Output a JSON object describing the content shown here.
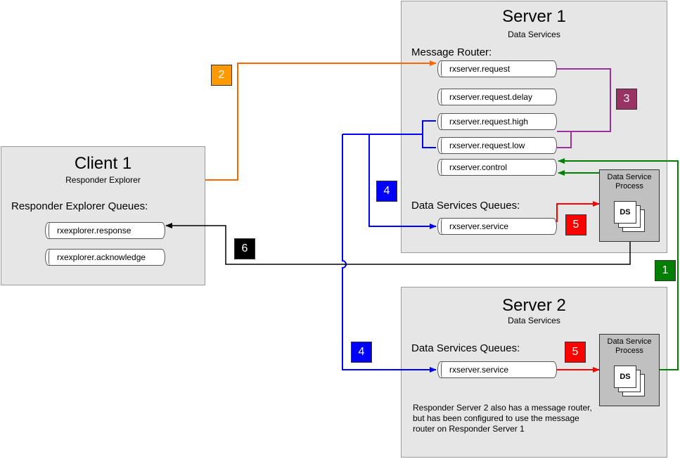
{
  "server1": {
    "title": "Server 1",
    "subtitle": "Data Services",
    "router_label": "Message Router:",
    "queues": [
      "rxserver.request",
      "rxserver.request.delay",
      "rxserver.request.high",
      "rxserver.request.low",
      "rxserver.control"
    ],
    "ds_queues_label": "Data Services Queues:",
    "service_queue": "rxserver.service",
    "process_label": "Data Service Process",
    "ds_label": "DS"
  },
  "client1": {
    "title": "Client 1",
    "subtitle": "Responder Explorer",
    "queues_label": "Responder Explorer Queues:",
    "queues": [
      "rxexplorer.response",
      "rxexplorer.acknowledge"
    ]
  },
  "server2": {
    "title": "Server 2",
    "subtitle": "Data Services",
    "ds_queues_label": "Data Services Queues:",
    "service_queue": "rxserver.service",
    "process_label": "Data Service Process",
    "ds_label": "DS",
    "note": "Responder Server 2 also has a message router, but has been configured to use the message router on Responder Server 1"
  },
  "badges": {
    "b1": "1",
    "b2": "2",
    "b3": "3",
    "b4a": "4",
    "b4b": "4",
    "b5a": "5",
    "b5b": "5",
    "b6": "6"
  },
  "colors": {
    "step1": "#007f00",
    "step2": "#ff6600",
    "step2_badge": "#ff9900",
    "step3": "#993399",
    "step3_badge": "#993366",
    "step4": "#0000ff",
    "step5": "#ff0000",
    "step6": "#000000"
  }
}
